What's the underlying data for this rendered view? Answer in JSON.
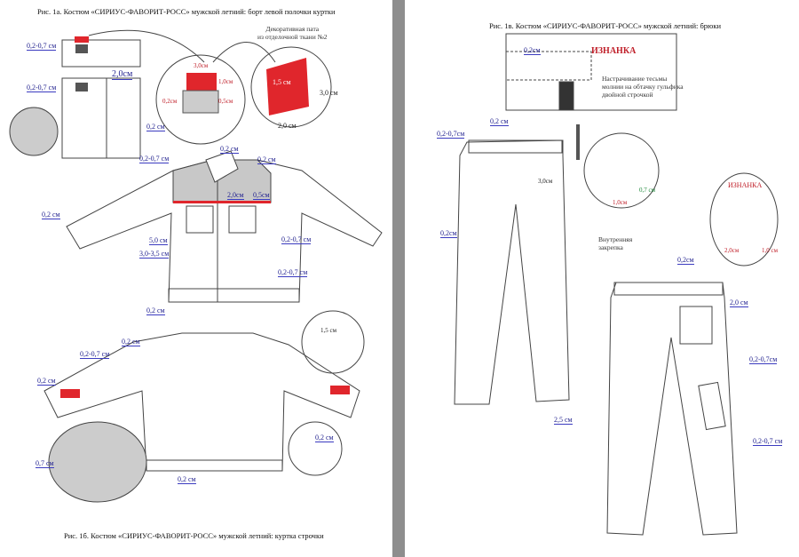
{
  "left_page": {
    "title_top": "Рис. 1а. Костюм «СИРИУС-ФАВОРИТ-РОСС» мужской летний: борт левой полочки куртки",
    "caption_bottom": "Рис. 1б. Костюм «СИРИУС-ФАВОРИТ-РОСС» мужской летний: куртка строчки",
    "decor_note": [
      "Декоративная пата",
      "из отделочной ткани №2"
    ],
    "labels": {
      "a1": "0,2-0,7 см",
      "a2": "0,2-0,7 см",
      "a3": "2,0см",
      "a4": "0,2 см",
      "d1": "3,0см",
      "d2": "1,0см",
      "d3": "0,5см",
      "d4": "0,2см",
      "p1": "1,5 см",
      "p2": "3,0 см",
      "p3": "2,0 см",
      "j1": "0,2 см",
      "j2": "0,2 см",
      "j3": "0,2-0,7 см",
      "j4": "0,2 см",
      "j5": "2,0см",
      "j6": "0,5см",
      "j7": "5,0 см",
      "j8": "3,0-3,5 см",
      "j9": "0,2-0,7 см",
      "j10": "0,2-0,7 см",
      "j11": "0,2 см",
      "k1": "0,2 см",
      "k2": "0,2-0,7 см",
      "k3": "0,2 см",
      "k4": "1,5 см",
      "k5": "0,2 см",
      "k6": "0,7 см",
      "k7": "0,2 см"
    }
  },
  "right_page": {
    "title": "Рис. 1в. Костюм «СИРИУС-ФАВОРИТ-РОСС» мужской летний: брюки",
    "inside_label": "ИЗНАНКА",
    "zipper_note": [
      "Настрачивание тесьмы",
      "молнии на обтачку гульфика",
      "двойной строчкой"
    ],
    "inner_tack_note": [
      "Внутренняя",
      "закрепка"
    ],
    "labels": {
      "r1": "0,2см",
      "r2": "0,2 см",
      "r3": "0,2-0,7см",
      "r4": "3,0см",
      "r5": "0,2см",
      "r6": "1,0см",
      "r7": "0,7 см",
      "r8": "2,0см",
      "r9": "1,0 см",
      "r10": "0,2см",
      "r11": "2,0 см",
      "r12": "0,2-0,7см",
      "r13": "0,2-0,7 см",
      "r14": "2,5 см"
    }
  },
  "colors": {
    "accent_red": "#e0262c",
    "dimension_blue": "#3b3bc0",
    "fill_gray": "#c8c8c8"
  }
}
